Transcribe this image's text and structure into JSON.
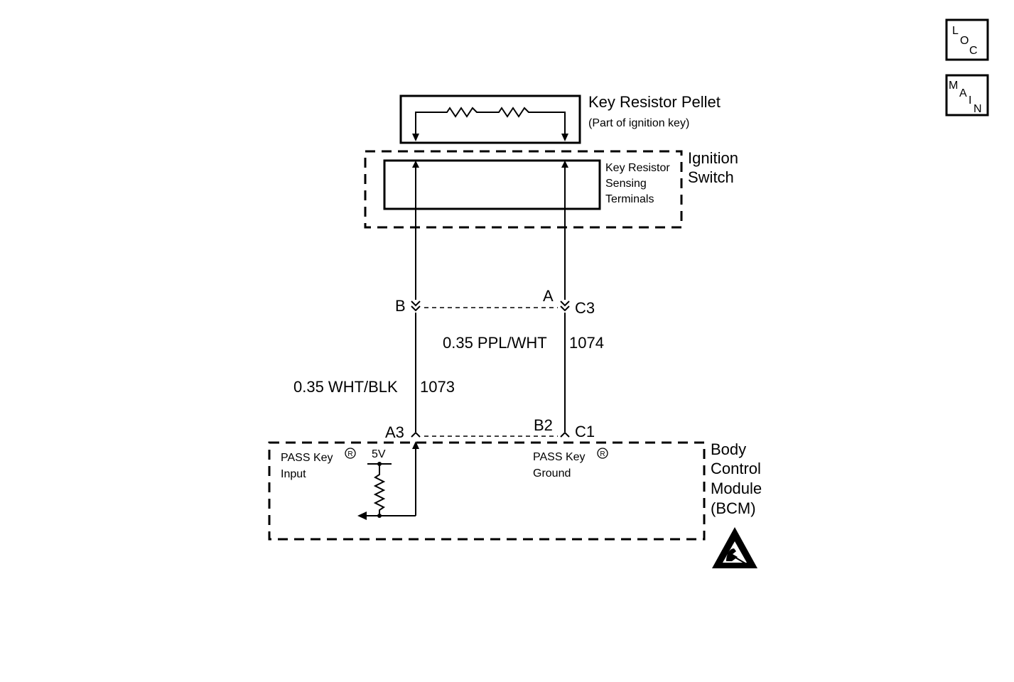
{
  "nav": {
    "loc": {
      "letters": [
        "L",
        "O",
        "C"
      ]
    },
    "main": {
      "letters": [
        "M",
        "A",
        "I",
        "N"
      ]
    }
  },
  "key_pellet": {
    "title": "Key Resistor Pellet",
    "subtitle": "(Part of ignition key)"
  },
  "ignition_switch": {
    "label_line1": "Ignition",
    "label_line2": "Switch",
    "terminals_line1": "Key Resistor",
    "terminals_line2": "Sensing",
    "terminals_line3": "Terminals"
  },
  "connector_c3": {
    "pin_left": "B",
    "pin_right": "A",
    "name": "C3"
  },
  "wires": {
    "wire_1074": {
      "gauge_color": "0.35 PPL/WHT",
      "circuit": "1074"
    },
    "wire_1073": {
      "gauge_color": "0.35 WHT/BLK",
      "circuit": "1073"
    }
  },
  "connector_bcm": {
    "pin_left": "A3",
    "pin_right": "B2",
    "name": "C1"
  },
  "bcm": {
    "label_line1": "Body",
    "label_line2": "Control",
    "label_line3": "Module",
    "label_line4": "(BCM)",
    "input_line1": "PASS Key",
    "input_line2": "Input",
    "ground_line1": "PASS Key",
    "ground_line2": "Ground",
    "registered_mark": "R",
    "voltage": "5V"
  },
  "symbols": {
    "esd_warning": "esd-sensitive-icon"
  }
}
